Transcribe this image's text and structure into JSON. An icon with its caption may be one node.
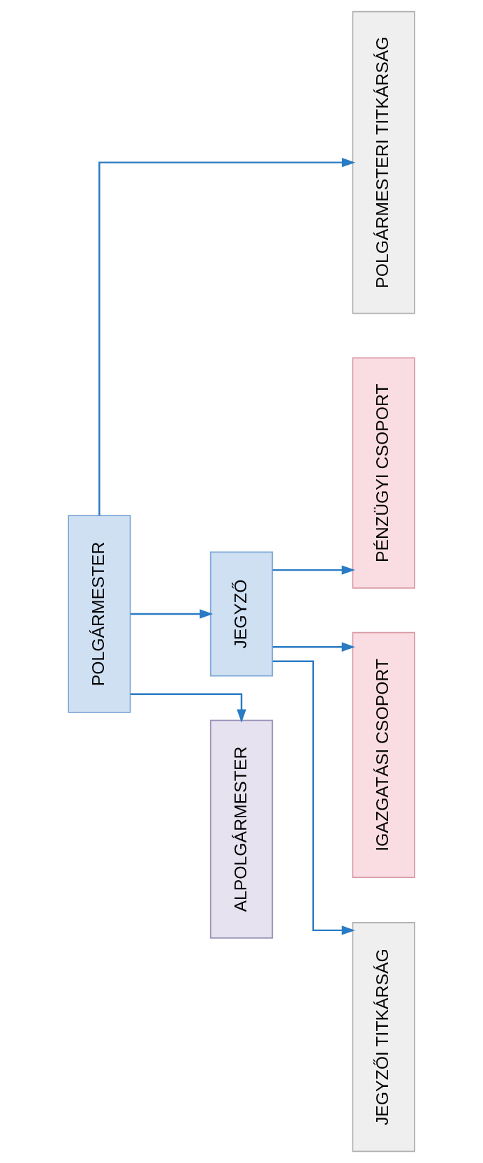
{
  "diagram": {
    "nodes": [
      {
        "text": [
          "POLGÁRMESTER"
        ]
      },
      {
        "text": [
          "ALPOLGÁRMESTER"
        ]
      },
      {
        "text": [
          "JEGYZŐ"
        ]
      },
      {
        "text": [
          "JEGYZŐI TITKÁRSÁG"
        ]
      },
      {
        "text": [
          "POLGÁRMESTERI TITKÁRSÁG"
        ]
      },
      {
        "text": [
          "IGAZGATÁSI CSOPORT"
        ]
      },
      {
        "text": [
          "PÉNZÜGYI CSOPORT"
        ]
      }
    ],
    "edges": [
      {
        "from": 0,
        "to": 1,
        "arrow": "to"
      },
      {
        "from": 0,
        "to": 2,
        "arrow": "to"
      },
      {
        "from": 0,
        "to": 4,
        "arrow": "to"
      },
      {
        "from": 2,
        "to": 3,
        "arrow": "to"
      },
      {
        "from": 2,
        "to": 5,
        "arrow": "to"
      },
      {
        "from": 2,
        "to": 6,
        "arrow": "to"
      }
    ]
  }
}
